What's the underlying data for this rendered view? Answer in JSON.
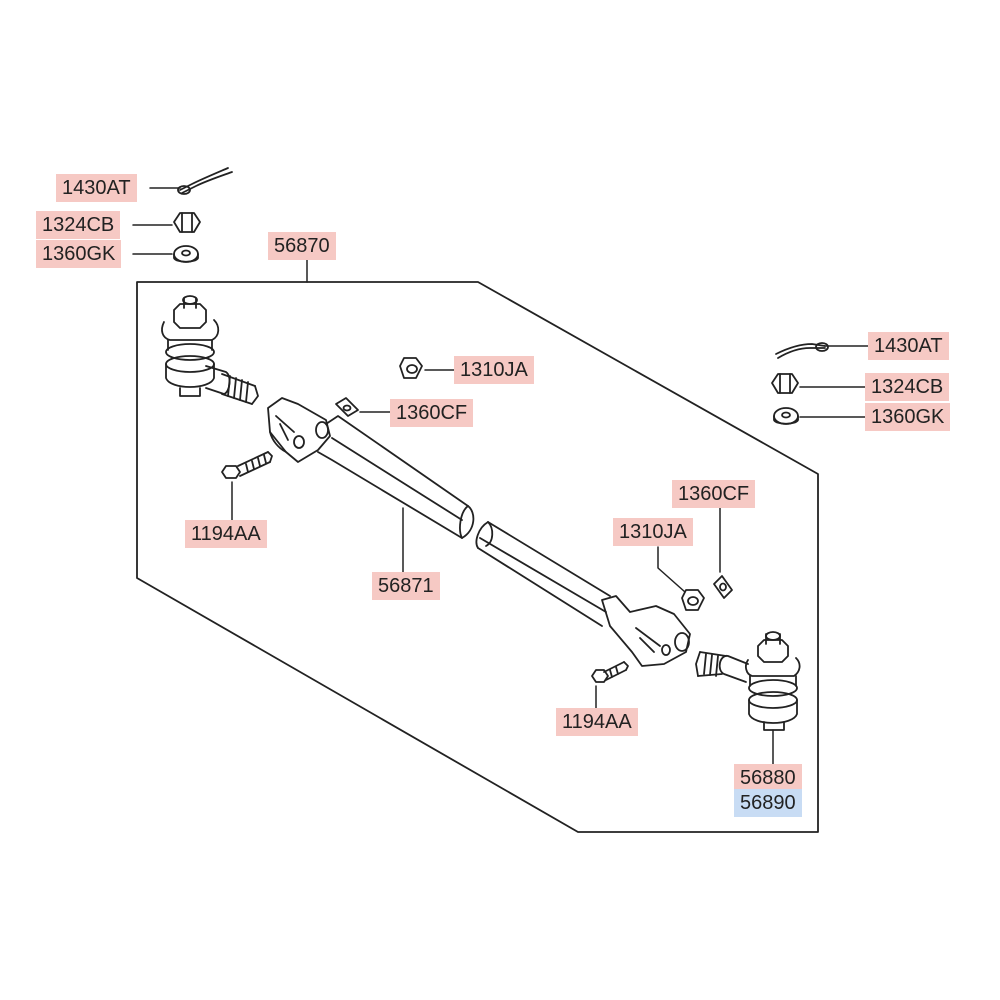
{
  "colors": {
    "label_highlight": "#f6c9c4",
    "label_highlight_alt": "#c8dcf4",
    "line": "#222222"
  },
  "labels": {
    "split_pin_left": "1430AT",
    "castle_nut_left": "1324CB",
    "washer_left": "1360GK",
    "assembly": "56870",
    "nut_upper": "1310JA",
    "washer_upper": "1360CF",
    "split_pin_right": "1430AT",
    "castle_nut_right": "1324CB",
    "washer_right": "1360GK",
    "bolt_left": "1194AA",
    "tube": "56871",
    "washer_lower": "1360CF",
    "nut_lower": "1310JA",
    "bolt_right": "1194AA",
    "tie_rod_end_lh": "56880",
    "tie_rod_end_rh": "56890"
  }
}
